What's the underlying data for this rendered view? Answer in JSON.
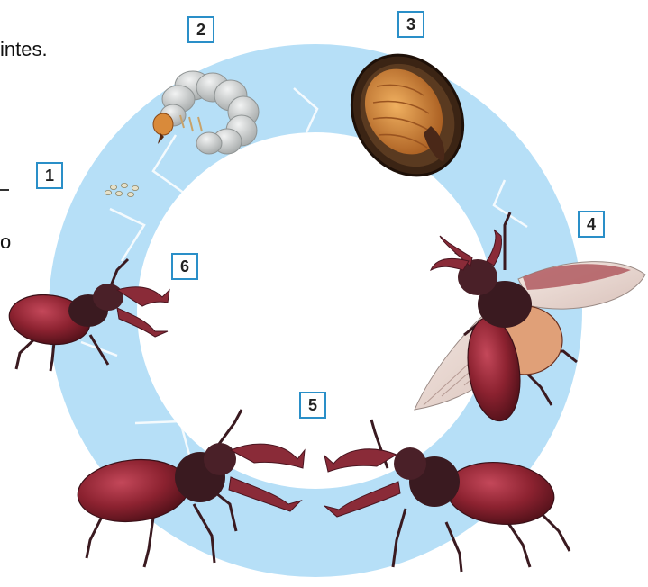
{
  "text_fragments": {
    "intes": "intes.",
    "o": "o"
  },
  "stage_labels": [
    "1",
    "2",
    "3",
    "4",
    "5",
    "6"
  ],
  "stages": [
    {
      "number": "1",
      "depicts": "eggs"
    },
    {
      "number": "2",
      "depicts": "larva"
    },
    {
      "number": "3",
      "depicts": "pupa"
    },
    {
      "number": "4",
      "depicts": "flying adult beetle"
    },
    {
      "number": "5",
      "depicts": "two male beetles fighting"
    },
    {
      "number": "6",
      "depicts": "adult beetle"
    }
  ],
  "colors": {
    "ring": "#b6dff7",
    "ring_dividers": "#ffffff",
    "badge_border": "#2a8fc8",
    "beetle_body": "#8c2230",
    "beetle_dark": "#3a1a20",
    "larva": "#d8dada",
    "pupa_cocoon": "#3b2414",
    "pupa_body": "#d88a3a"
  }
}
